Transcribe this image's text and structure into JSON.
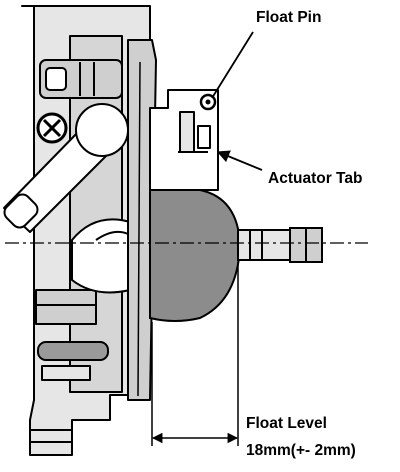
{
  "diagram": {
    "labels": {
      "float_pin": "Float Pin",
      "actuator_tab": "Actuator Tab",
      "float_level_title": "Float Level",
      "float_level_value": "18mm(+- 2mm)"
    },
    "colors": {
      "outline": "#000000",
      "body_light": "#e6e6e6",
      "body_mid": "#cfcfcf",
      "body_dark": "#9a9a9a",
      "float": "#8c8c8c",
      "background": "#ffffff"
    }
  }
}
